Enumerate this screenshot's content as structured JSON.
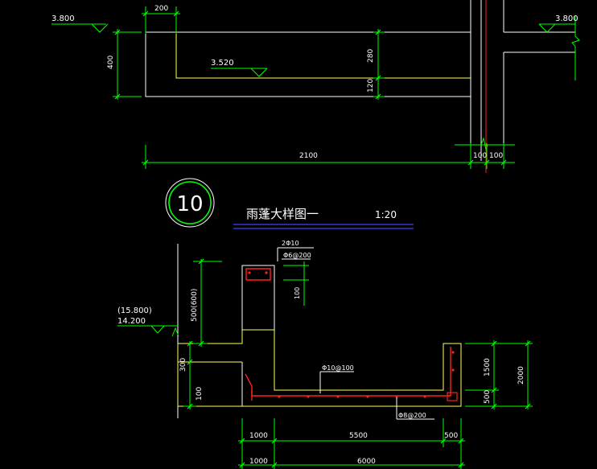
{
  "top_detail": {
    "level_left": "3.800",
    "level_right": "3.800",
    "level_inner": "3.520",
    "dim_width_top": "200",
    "dim_height_left": "400",
    "dim_upper_right": "280",
    "dim_lower_right": "120",
    "dim_total_bottom": "2100",
    "dim_column_left": "100",
    "dim_column_right": "100"
  },
  "section_marker": {
    "number": "10",
    "title": "雨蓬大样图一",
    "scale": "1:20"
  },
  "canopy_detail": {
    "level_high": "(15.800)",
    "level_low": "14.200",
    "dim_upright": "500(600)",
    "dim_slab_left": "300",
    "dim_bottom_left": "100",
    "rebar_top": "2Φ10",
    "rebar_stirrup": "Φ6@200",
    "dim_top_small": "100",
    "rebar_slab": "Φ10@100",
    "rebar_bottom": "Φ8@200",
    "dim_right_upper": "1500",
    "dim_right_lower": "500",
    "dim_right_total": "2000",
    "dim_row1_left": "1000",
    "dim_row1_mid": "5500",
    "dim_row1_right": "500",
    "dim_row2_left": "1000",
    "dim_row2_total": "6000"
  },
  "colors": {
    "background": "#000000",
    "dimension": "#00ff00",
    "outline": "#ffff66",
    "rebar": "#ff2020",
    "text": "#ffffff",
    "title_underline": "#4040ff"
  }
}
